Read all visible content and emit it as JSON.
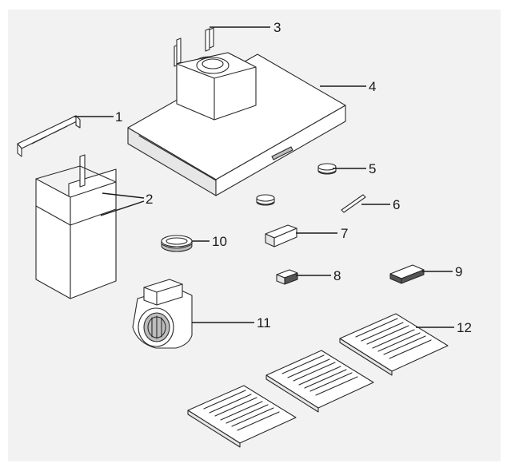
{
  "diagram": {
    "callouts": [
      {
        "id": "1",
        "label": "1"
      },
      {
        "id": "2",
        "label": "2"
      },
      {
        "id": "3",
        "label": "3"
      },
      {
        "id": "4",
        "label": "4"
      },
      {
        "id": "5",
        "label": "5"
      },
      {
        "id": "6",
        "label": "6"
      },
      {
        "id": "7",
        "label": "7"
      },
      {
        "id": "8",
        "label": "8"
      },
      {
        "id": "9",
        "label": "9"
      },
      {
        "id": "10",
        "label": "10"
      },
      {
        "id": "11",
        "label": "11"
      },
      {
        "id": "12",
        "label": "12"
      }
    ]
  },
  "colors": {
    "background": "#ffffff",
    "panel": "#f2f2f2",
    "line": "#2a2a2a"
  }
}
